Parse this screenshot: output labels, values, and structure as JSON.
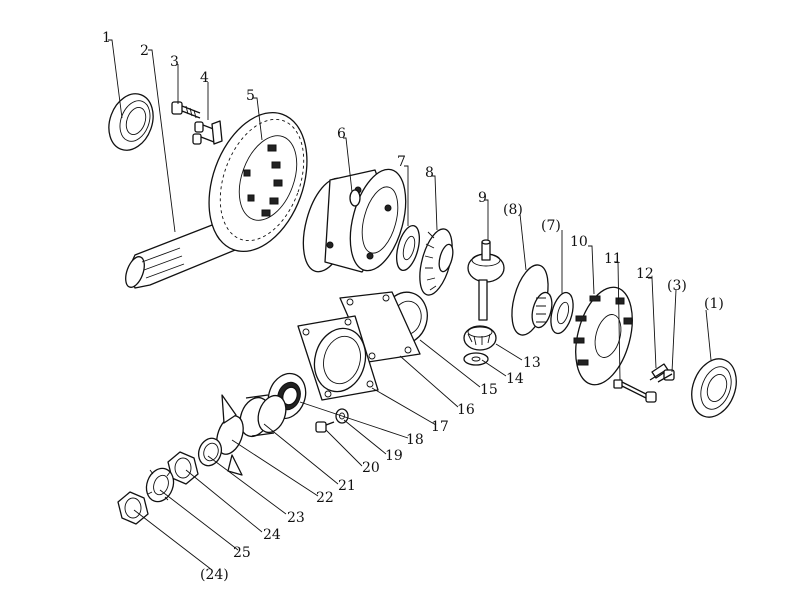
{
  "labels": {
    "l1": "1",
    "l2": "2",
    "l3": "3",
    "l4": "4",
    "l5": "5",
    "l6": "6",
    "l7": "7",
    "l8": "8",
    "l9": "9",
    "l10": "10",
    "l11": "11",
    "l12": "12",
    "l13": "13",
    "l14": "14",
    "l15": "15",
    "l16": "16",
    "l17": "17",
    "l18": "18",
    "l19": "19",
    "l20": "20",
    "l21": "21",
    "l22": "22",
    "l23": "23",
    "l24": "24",
    "l25": "25",
    "p1": "(1)",
    "p3": "(3)",
    "p7": "(7)",
    "p8": "(8)",
    "p24": "(24)"
  },
  "colors": {
    "line": "#111111",
    "background": "#ffffff"
  }
}
